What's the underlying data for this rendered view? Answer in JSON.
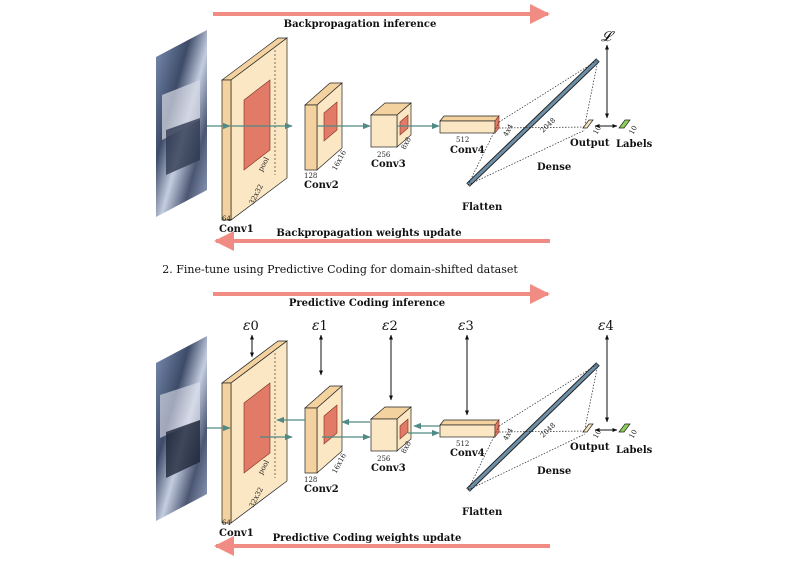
{
  "colors": {
    "salmon_arrow": "#f08c84",
    "block_face": "#fbe7c4",
    "block_side": "#f3d29f",
    "kernel_red": "#e27a68",
    "flow_arrow": "#4f8a84",
    "flatten_bar": "#6d8fa8",
    "labels_green": "#8cd15a"
  },
  "caption": "2. Fine-tune using Predictive Coding for domain-shifted dataset",
  "panel_top": {
    "top_arrow_label": "Backpropagation inference",
    "bottom_arrow_label": "Backpropagation weights update",
    "loss_symbol": "𝓛"
  },
  "panel_bottom": {
    "top_arrow_label": "Predictive Coding inference",
    "bottom_arrow_label": "Predictive Coding weights update",
    "errors": [
      "ε",
      "ε",
      "ε",
      "ε",
      "ε"
    ],
    "error_subscripts": [
      "0",
      "1",
      "2",
      "3",
      "4"
    ]
  },
  "layers": {
    "conv1": {
      "name": "Conv1",
      "channels": "64",
      "size": "32x32",
      "pool": "pool"
    },
    "conv2": {
      "name": "Conv2",
      "channels": "128",
      "size": "16x16"
    },
    "conv3": {
      "name": "Conv3",
      "channels": "256",
      "size": "8x8"
    },
    "conv4": {
      "name": "Conv4",
      "channels": "512",
      "size": "4x4"
    },
    "flatten": {
      "name": "Flatten",
      "size": "2048"
    },
    "dense": {
      "name": "Dense"
    },
    "output": {
      "name": "Output",
      "size": "10"
    },
    "labels": {
      "name": "Labels",
      "size": "10"
    }
  }
}
